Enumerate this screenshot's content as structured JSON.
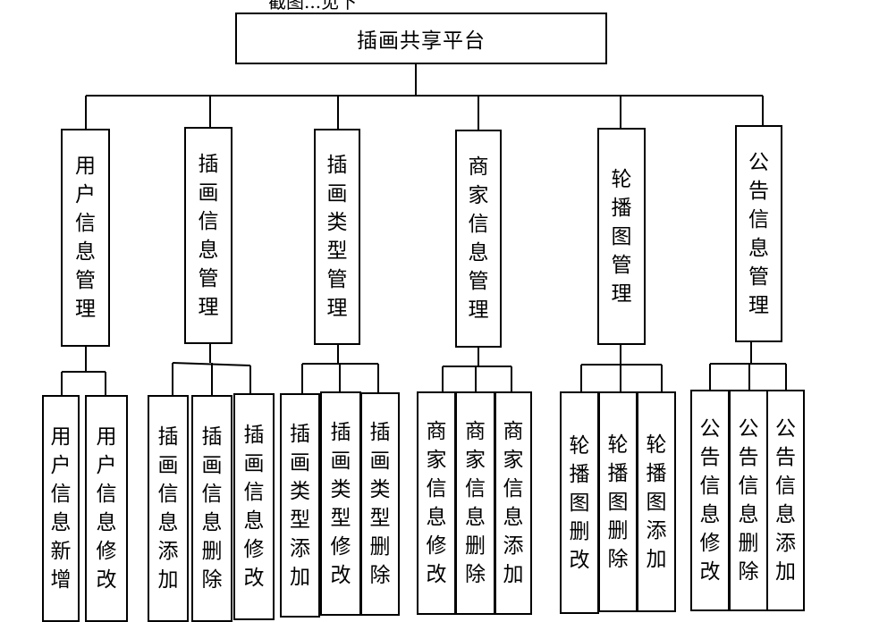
{
  "root": {
    "label": "插画共享平台"
  },
  "top_clipped_text": "截图...见下",
  "modules": [
    {
      "label": "用户信息管理",
      "children": [
        "用户信息新增",
        "用户信息修改"
      ]
    },
    {
      "label": "插画信息管理",
      "children": [
        "插画信息添加",
        "插画信息删除",
        "插画信息修改"
      ]
    },
    {
      "label": "插画类型管理",
      "children": [
        "插画类型添加",
        "插画类型修改",
        "插画类型删除"
      ]
    },
    {
      "label": "商家信息管理",
      "children": [
        "商家信息修改",
        "商家信息删除",
        "商家信息添加"
      ]
    },
    {
      "label": "轮播图管理",
      "children": [
        "轮播图删改",
        "轮播图删除",
        "轮播图添加"
      ]
    },
    {
      "label": "公告信息管理",
      "children": [
        "公告信息修改",
        "公告信息删除",
        "公告信息添加"
      ]
    }
  ]
}
